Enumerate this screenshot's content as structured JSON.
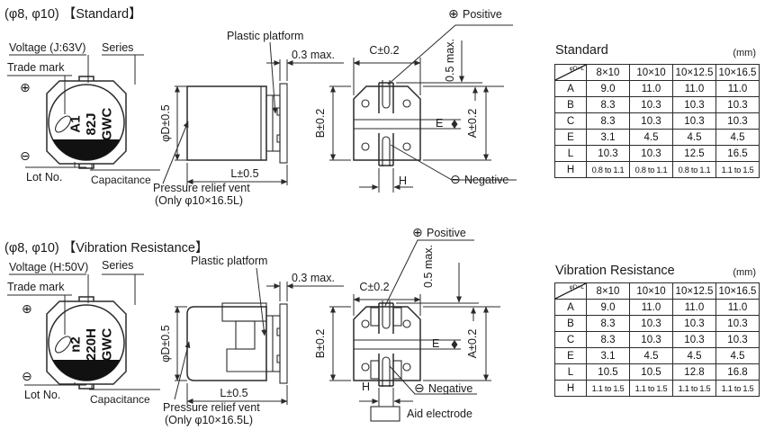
{
  "std": {
    "title": "(φ8, φ10) 【Standard】",
    "voltage": "Voltage (J:63V)",
    "series": "Series",
    "trademark": "Trade mark",
    "lot": "Lot No.",
    "capacitance": "Capacitance",
    "plus": "⊕",
    "minus": "⊖",
    "mark1": "A1",
    "mark2": "82J",
    "mark3": "GWC",
    "platform": "Plastic platform",
    "gap": "0.3 max.",
    "dia": "φD±0.5",
    "len": "L±0.5",
    "vent1": "Pressure relief vent",
    "vent2": "(Only φ10×16.5L)",
    "c": "C±0.2",
    "prot": "0.5 max.",
    "b": "B±0.2",
    "e": "E",
    "a": "A±0.2",
    "h": "H",
    "pos_sym": "⊕",
    "pos": "Positive",
    "neg_sym": "⊖",
    "neg": "Negative"
  },
  "vib": {
    "title": "(φ8, φ10) 【Vibration Resistance】",
    "voltage": "Voltage (H:50V)",
    "series": "Series",
    "trademark": "Trade mark",
    "lot": "Lot No.",
    "capacitance": "Capacitance",
    "plus": "⊕",
    "minus": "⊖",
    "mark1": "n2",
    "mark2": "220H",
    "mark3": "GWC",
    "platform": "Plastic platform",
    "gap": "0.3 max.",
    "dia": "φD±0.5",
    "len": "L±0.5",
    "vent1": "Pressure relief vent",
    "vent2": "(Only φ10×16.5L)",
    "c": "C±0.2",
    "prot": "0.5 max.",
    "b": "B±0.2",
    "e": "E",
    "a": "A±0.2",
    "h": "H",
    "pos_sym": "⊕",
    "pos": "Positive",
    "neg_sym": "⊖",
    "neg": "Negative",
    "aid": "Aid electrode"
  },
  "tables": {
    "standard": {
      "title": "Standard",
      "unit": "(mm)",
      "corner_label": "φD×L",
      "columns": [
        "8×10",
        "10×10",
        "10×12.5",
        "10×16.5"
      ],
      "rows": [
        {
          "label": "A",
          "values": [
            "9.0",
            "11.0",
            "11.0",
            "11.0"
          ]
        },
        {
          "label": "B",
          "values": [
            "8.3",
            "10.3",
            "10.3",
            "10.3"
          ]
        },
        {
          "label": "C",
          "values": [
            "8.3",
            "10.3",
            "10.3",
            "10.3"
          ]
        },
        {
          "label": "E",
          "values": [
            "3.1",
            "4.5",
            "4.5",
            "4.5"
          ]
        },
        {
          "label": "L",
          "values": [
            "10.3",
            "10.3",
            "12.5",
            "16.5"
          ]
        },
        {
          "label": "H",
          "values": [
            "0.8 to 1.1",
            "0.8 to 1.1",
            "0.8 to 1.1",
            "1.1 to 1.5"
          ]
        }
      ]
    },
    "vibration": {
      "title": "Vibration Resistance",
      "unit": "(mm)",
      "corner_label": "φD×L",
      "columns": [
        "8×10",
        "10×10",
        "10×12.5",
        "10×16.5"
      ],
      "rows": [
        {
          "label": "A",
          "values": [
            "9.0",
            "11.0",
            "11.0",
            "11.0"
          ]
        },
        {
          "label": "B",
          "values": [
            "8.3",
            "10.3",
            "10.3",
            "10.3"
          ]
        },
        {
          "label": "C",
          "values": [
            "8.3",
            "10.3",
            "10.3",
            "10.3"
          ]
        },
        {
          "label": "E",
          "values": [
            "3.1",
            "4.5",
            "4.5",
            "4.5"
          ]
        },
        {
          "label": "L",
          "values": [
            "10.5",
            "10.5",
            "12.8",
            "16.8"
          ]
        },
        {
          "label": "H",
          "values": [
            "1.1 to 1.5",
            "1.1 to 1.5",
            "1.1 to 1.5",
            "1.1 to 1.5"
          ]
        }
      ]
    }
  }
}
